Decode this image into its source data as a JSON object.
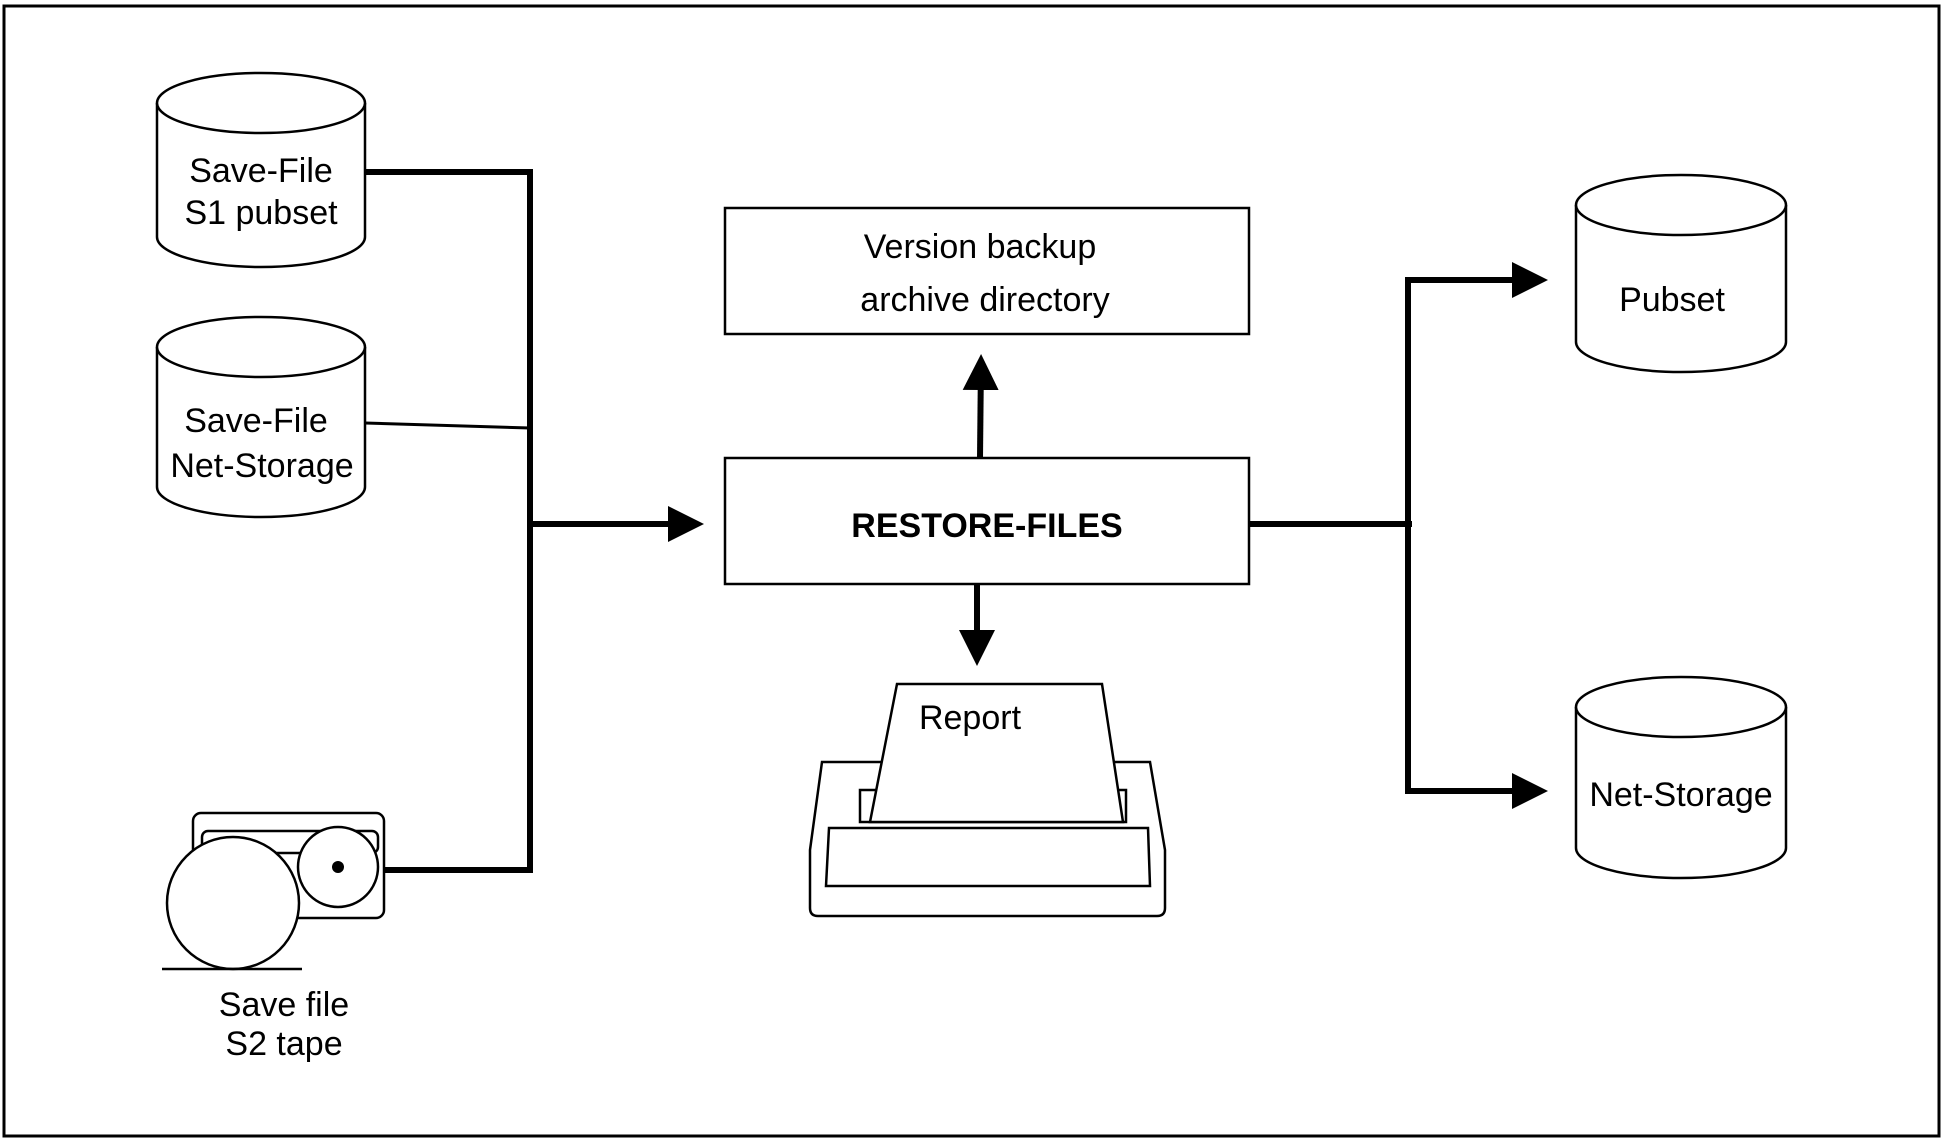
{
  "diagram": {
    "sources": {
      "s1_pubset": {
        "line1": "Save-File",
        "line2": "S1 pubset"
      },
      "net_storage": {
        "line1": "Save-File",
        "line2": "Net-Storage"
      },
      "s2_tape": {
        "line1": "Save file",
        "line2": "S2 tape"
      }
    },
    "process": {
      "label": "RESTORE-FILES"
    },
    "archive": {
      "line1": "Version backup",
      "line2": "archive directory"
    },
    "report": {
      "label": "Report"
    },
    "targets": {
      "pubset": {
        "label": "Pubset"
      },
      "net_storage": {
        "label": "Net-Storage"
      }
    }
  }
}
